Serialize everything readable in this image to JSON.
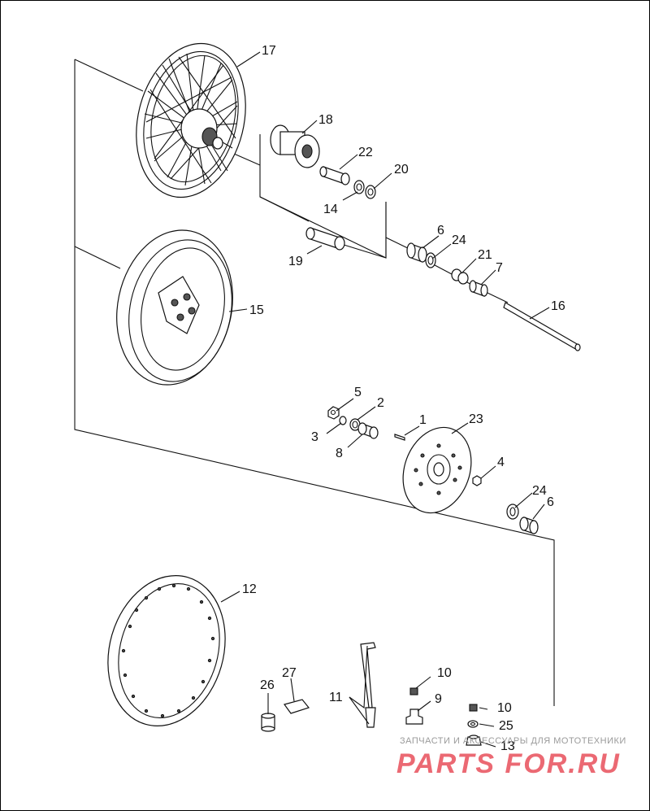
{
  "callouts": {
    "c1": "1",
    "c2": "2",
    "c3": "3",
    "c4": "4",
    "c5": "5",
    "c6a": "6",
    "c6b": "6",
    "c7": "7",
    "c8": "8",
    "c9": "9",
    "c10a": "10",
    "c10b": "10",
    "c11": "11",
    "c12": "12",
    "c13": "13",
    "c14": "14",
    "c15": "15",
    "c16": "16",
    "c17": "17",
    "c18": "18",
    "c19": "19",
    "c20": "20",
    "c21": "21",
    "c22": "22",
    "c23": "23",
    "c24a": "24",
    "c24b": "24",
    "c25": "25",
    "c26": "26",
    "c27": "27"
  },
  "watermark": {
    "tagline": "ЗАПЧАСТИ И АКСЕССУАРЫ ДЛЯ МОТОТЕХНИКИ",
    "brand": "PARTS FOR.RU",
    "brand_color": "#e8505b"
  }
}
